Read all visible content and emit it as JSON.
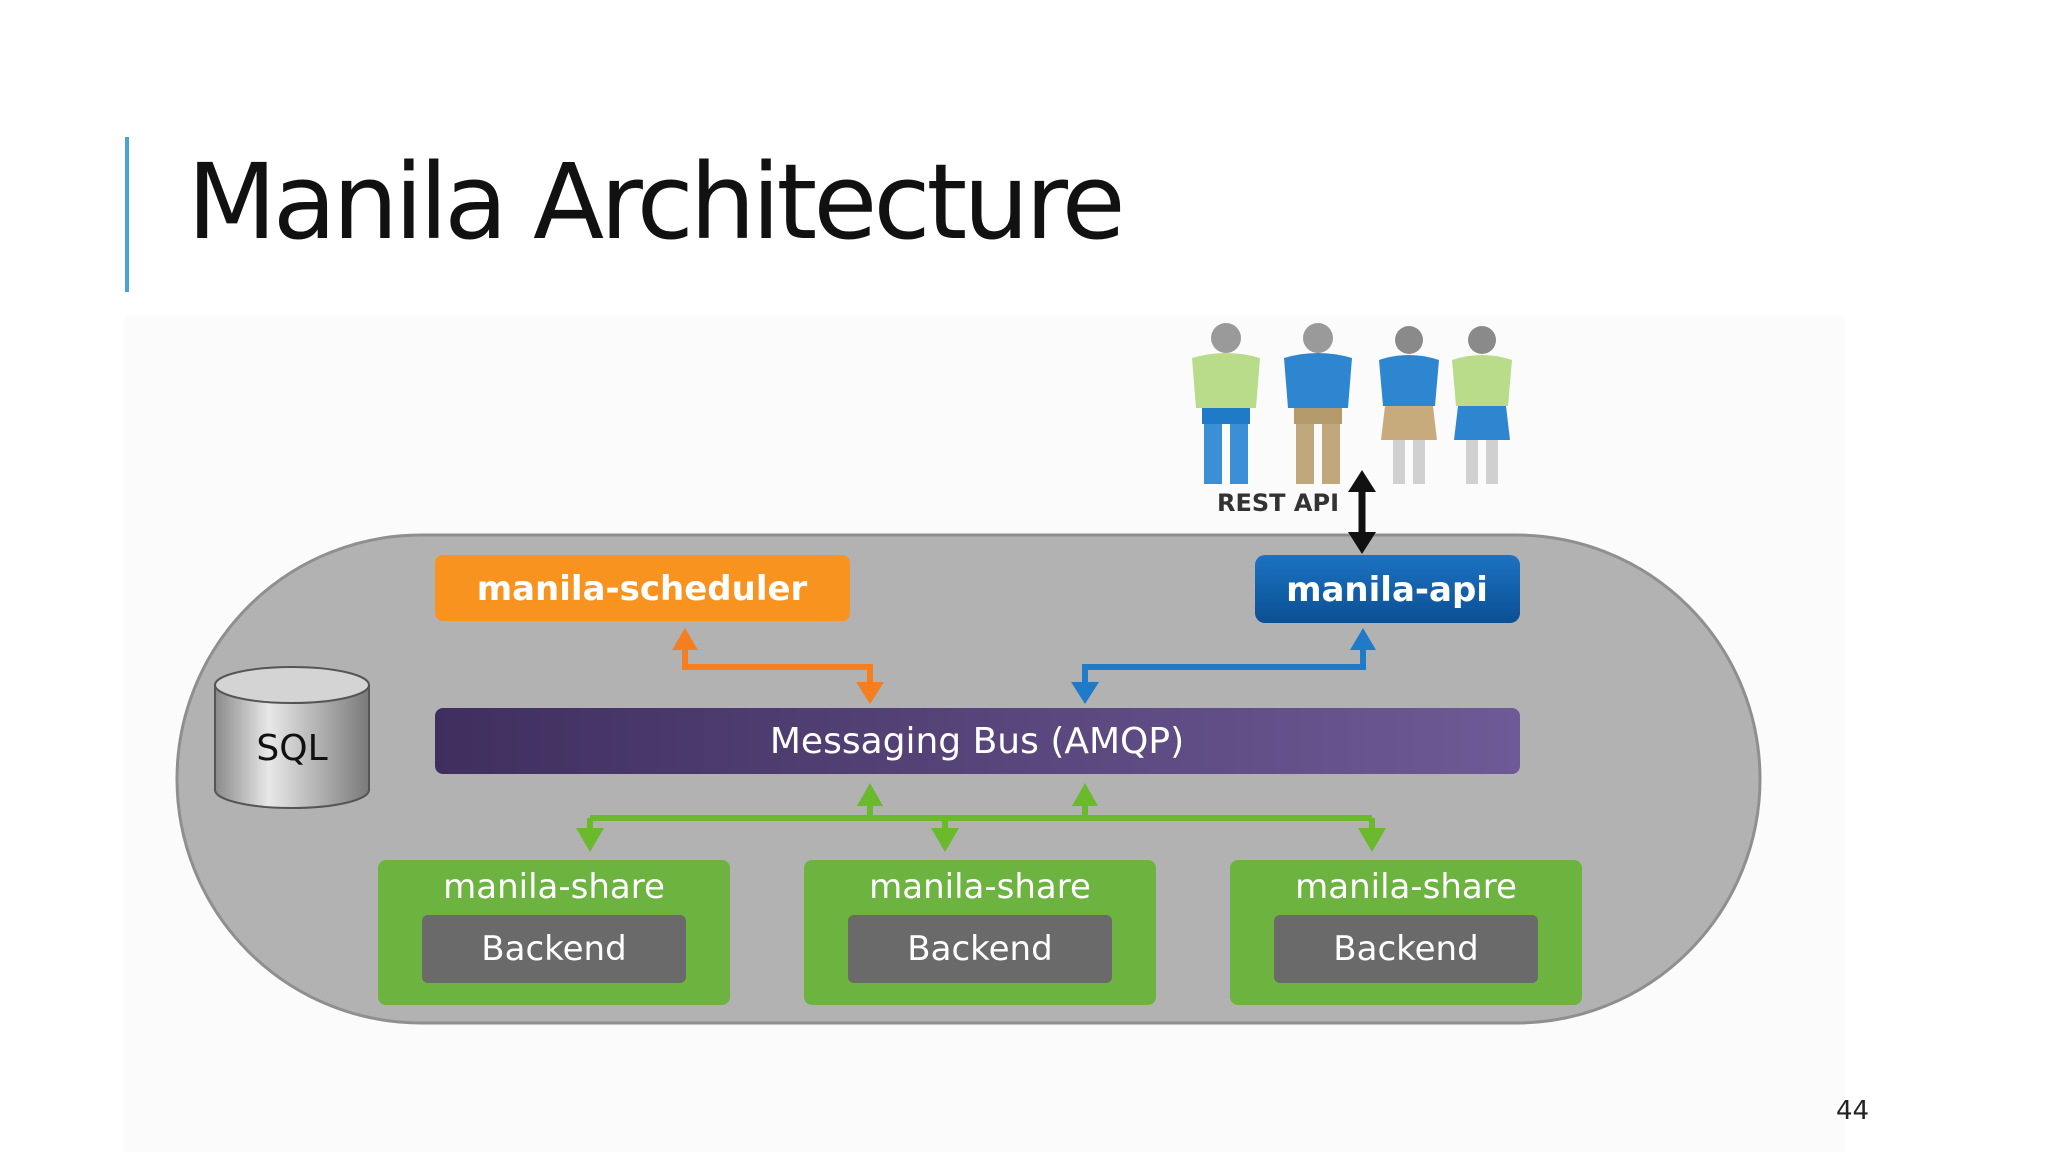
{
  "slide": {
    "title": "Manila Architecture",
    "page_number": "44"
  },
  "diagram": {
    "rest_api_label": "REST API",
    "sql_label": "SQL",
    "scheduler_label": "manila-scheduler",
    "api_label": "manila-api",
    "bus_label": "Messaging Bus (AMQP)",
    "shares": [
      {
        "title": "manila-share",
        "backend": "Backend"
      },
      {
        "title": "manila-share",
        "backend": "Backend"
      },
      {
        "title": "manila-share",
        "backend": "Backend"
      }
    ],
    "users": [
      "user-icon",
      "user-icon",
      "user-icon",
      "user-icon"
    ]
  },
  "colors": {
    "accent": "#4aa3d8",
    "container": "#b3b2b3",
    "scheduler": "#f7931e",
    "api": "#0f5fa8",
    "bus": "#5a4682",
    "share": "#6db33f",
    "backend": "#6a6a6a",
    "arrow_orange": "#f57f20",
    "arrow_blue": "#1f7bc8",
    "arrow_green": "#6bb92d"
  }
}
